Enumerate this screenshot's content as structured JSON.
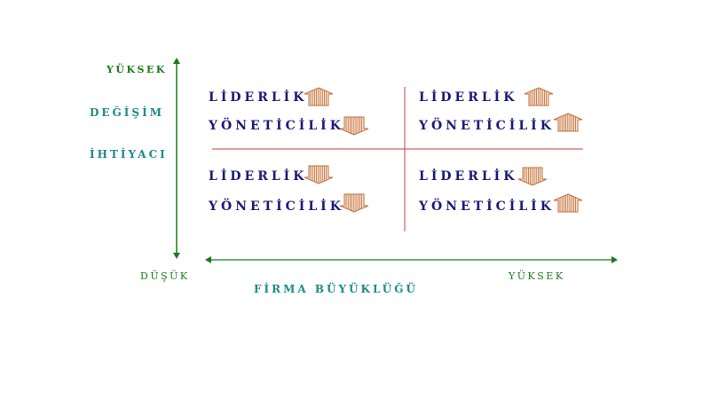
{
  "y_axis": {
    "high_label": "YÜKSEK",
    "title_line1": "DEĞİŞİM",
    "title_line2": "İHTİYACI"
  },
  "x_axis": {
    "low_label": "DÜŞÜK",
    "high_label": "YÜKSEK",
    "title": "FİRMA BÜYÜKLÜĞÜ"
  },
  "quadrants": {
    "top_left": {
      "leadership": "LİDERLİK",
      "leadership_arrow": "up-arrow-icon",
      "management": "YÖNETİCİLİK",
      "management_arrow": "down-arrow-icon"
    },
    "top_right": {
      "leadership": "LİDERLİK",
      "leadership_arrow": "up-arrow-icon",
      "management": "YÖNETİCİLİK",
      "management_arrow": "up-arrow-icon"
    },
    "bottom_left": {
      "leadership": "LİDERLİK",
      "leadership_arrow": "down-arrow-icon",
      "management": "YÖNETİCİLİK",
      "management_arrow": "down-arrow-icon"
    },
    "bottom_right": {
      "leadership": "LİDERLİK",
      "leadership_arrow": "down-arrow-icon",
      "management": "YÖNETİCİLİK",
      "management_arrow": "up-arrow-icon"
    }
  },
  "colors": {
    "axis": "#1a7a1a",
    "teal_label": "#1a8a8a",
    "quadrant_text": "#1a1a7a",
    "divider": "#c04040",
    "arrow_stroke": "#c0703a",
    "arrow_fill": "#f6e2d2"
  }
}
